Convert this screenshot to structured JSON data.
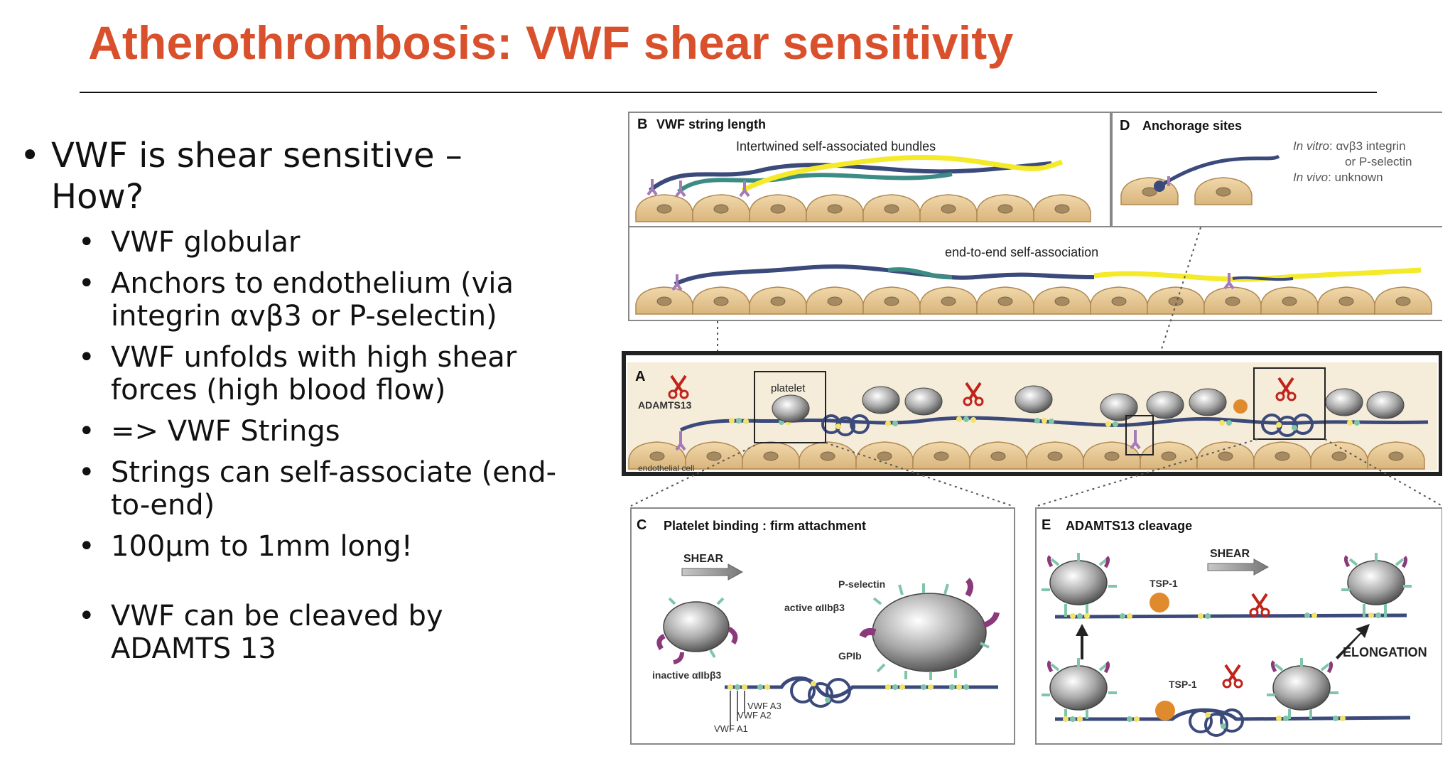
{
  "slide": {
    "title": "Atherothrombosis: VWF shear sensitivity"
  },
  "bullets": {
    "main": "VWF is shear sensitive – How?",
    "sub": [
      "VWF globular",
      "Anchors to endothelium (via integrin αvβ3 or P-selectin)",
      "VWF unfolds with high shear forces (high blood flow)",
      "=> VWF Strings",
      "Strings can self-associate (end-to-end)",
      "100µm to 1mm long!",
      "VWF can be cleaved by ADAMTS 13"
    ]
  },
  "figure": {
    "panelB": {
      "letter": "B",
      "title": "VWF string length",
      "caption_top": "Intertwined self-associated bundles",
      "caption_bottom": "end-to-end self-association"
    },
    "panelD": {
      "letter": "D",
      "title": "Anchorage sites",
      "line1_italic": "In vitro",
      "line1_rest": ": αvβ3 integrin",
      "line2": "or P-selectin",
      "line3_italic": "In vivo",
      "line3_rest": ": unknown"
    },
    "panelA": {
      "letter": "A",
      "adamts": "ADAMTS13",
      "platelet": "platelet",
      "endo": "endothelial cell"
    },
    "panelC": {
      "letter": "C",
      "title": "Platelet binding : firm attachment",
      "shear": "SHEAR",
      "pselectin": "P-selectin",
      "active": "active αIIbβ3",
      "gpib": "GPIb",
      "inactive": "inactive αIIbβ3",
      "a3": "VWF A3",
      "a2": "VWF A2",
      "a1": "VWF A1"
    },
    "panelE": {
      "letter": "E",
      "title": "ADAMTS13 cleavage",
      "shear": "SHEAR",
      "tsp_top": "TSP-1",
      "tsp_bottom": "TSP-1",
      "elongation": "ELONGATION"
    }
  }
}
